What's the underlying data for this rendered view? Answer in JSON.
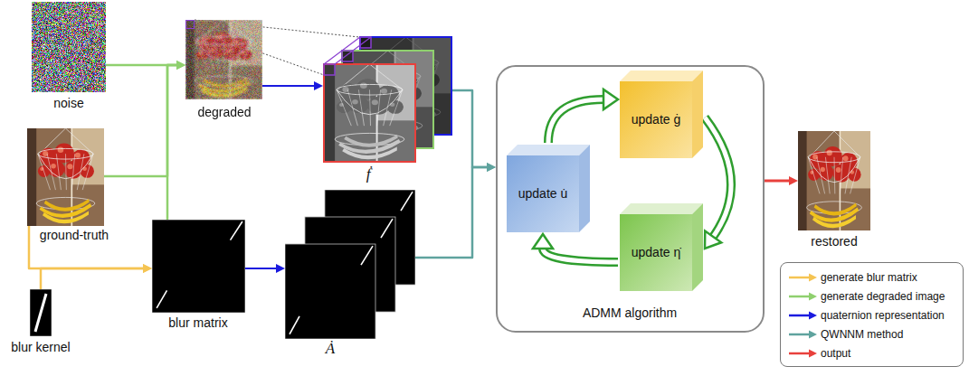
{
  "diagram": {
    "nodes": [
      {
        "text": [
          "noise"
        ]
      },
      {
        "text": [
          "degraded"
        ]
      },
      {
        "text": [
          "ground-truth"
        ]
      },
      {
        "text": [
          "ḟ"
        ]
      },
      {
        "text": [
          "blur matrix"
        ]
      },
      {
        "text": [
          "Ȧ"
        ]
      },
      {
        "text": [
          "blur kernel"
        ]
      },
      {
        "text": [
          "ADMM algorithm"
        ]
      },
      {
        "text": [
          "update u̇"
        ],
        "in": 7
      },
      {
        "text": [
          "update ġ"
        ],
        "in": 7
      },
      {
        "text": [
          "update η̇"
        ],
        "in": 7
      },
      {
        "text": [
          "restored"
        ]
      }
    ],
    "edges": [
      {
        "from": 0,
        "to": 1,
        "arrow": "to"
      },
      {
        "from": 2,
        "to": 1,
        "arrow": "to"
      },
      {
        "from": 4,
        "to": 1,
        "arrow": "to"
      },
      {
        "from": 2,
        "to": 4,
        "arrow": "to"
      },
      {
        "from": 6,
        "to": 4,
        "arrow": "to"
      },
      {
        "from": 1,
        "to": 3,
        "arrow": "to"
      },
      {
        "from": 4,
        "to": 5,
        "arrow": "to"
      },
      {
        "from": 3,
        "to": 7,
        "arrow": "to"
      },
      {
        "from": 5,
        "to": 7,
        "arrow": "to"
      },
      {
        "from": 8,
        "to": 9,
        "arrow": "to"
      },
      {
        "from": 9,
        "to": 10,
        "arrow": "to"
      },
      {
        "from": 10,
        "to": 8,
        "arrow": "to"
      },
      {
        "from": 7,
        "to": 11,
        "arrow": "to"
      }
    ],
    "legend": [
      {
        "text": "generate blur matrix",
        "color": "#f5c453"
      },
      {
        "text": "generate degraded image",
        "color": "#8fd06e"
      },
      {
        "text": "quaternion representation",
        "color": "#1a1adf"
      },
      {
        "text": "QWNNM method",
        "color": "#5fa39e"
      },
      {
        "text": "output",
        "color": "#e8403c"
      }
    ]
  }
}
